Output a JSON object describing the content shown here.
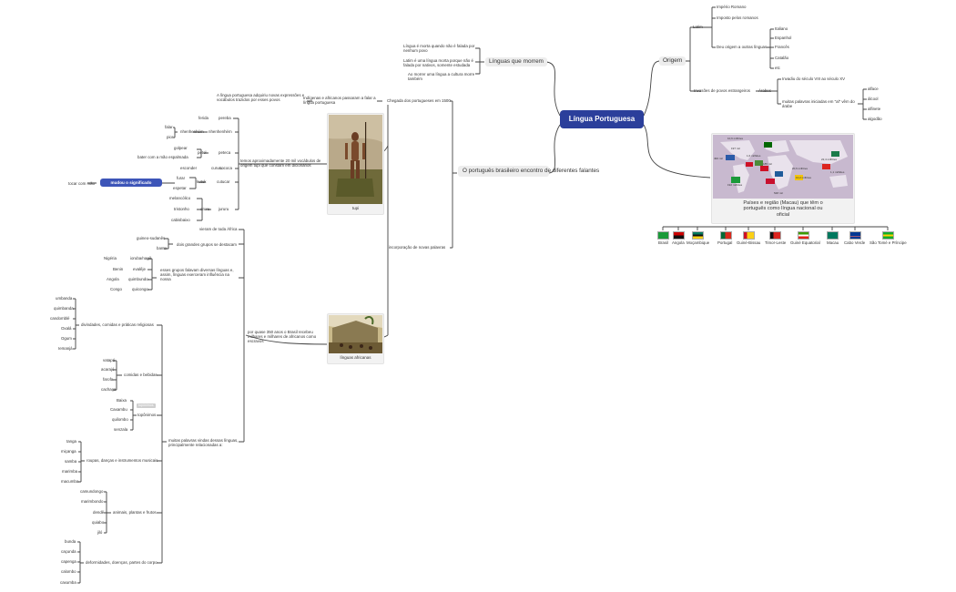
{
  "root": {
    "label": "Língua Portuguesa"
  },
  "right": {
    "origem": "Origem",
    "latim": "Latim",
    "latim_children": [
      "Império Romano",
      "Imposto pelos romanos",
      "Deu origem a outras línguas"
    ],
    "linguas": [
      "Italiano",
      "Espanhol",
      "Francês",
      "Catalão",
      "etc"
    ],
    "invasoes": "Invasões de povos estrangeiros",
    "arabes": "Árabes",
    "arabes_children": [
      "Invadiu do século VIII ao século XV",
      "muitas palavras iniciadas em \"al\" vêm do árabe"
    ],
    "al_words": [
      "alface",
      "álcool",
      "alfinete",
      "algodão"
    ],
    "map_caption": "Países e região (Macau) que têm o português como língua nacional ou oficial",
    "countries": [
      "Brasil",
      "Angola",
      "Moçambique",
      "Portugal",
      "Guiné-Bissau",
      "Timor-Leste",
      "Guiné Equatorial",
      "Macau",
      "Cabo Verde",
      "São Tomé e Príncipe"
    ],
    "map_labels": [
      "10,6 milhões",
      "197 mil",
      "1,6 milhões",
      "493 mil",
      "10,2 milhões",
      "20,6 milhões",
      "192 milhões",
      "22,4 milhões",
      "1,1 milhões",
      "548 mil",
      "185 mil"
    ]
  },
  "left": {
    "linguas_morrem": "Línguas que morrem",
    "morrem_items": [
      "Língua é morta quando não é falada por nenhum povo",
      "Latim é uma língua morta porque não é falada por nativos, somente estudada",
      "Ao morrer uma língua a cultura morre também"
    ],
    "brasileiro": "O português brasileiro encontro de diferentes falantes",
    "chegada": "Chegada dos portugueses em 1500",
    "indigenas": "Indígenas e africanos passaram a falar a língua portuguesa",
    "adquiriu": "A língua portuguesa adquiriu novas expressões e vocábulos trazidos por esses povos",
    "incorporacao": "incorporação de novas palavras",
    "tupi_caption": "tupi",
    "africanas_caption": "línguas africanas",
    "tupi_desc": "temos aproximadamente 20 mil vocábulos de origem tupi que constam em dicionários",
    "tupi_words": {
      "ferida": "ferida",
      "pereba": "pereba",
      "falar": "falar",
      "pior": "pior",
      "nhenhenhém": "nhenhenhém",
      "nhenhenhém_right": "nhenhenhém",
      "golpear": "golpear",
      "bater": "bater com a mão espalmada",
      "peteca": "peteca",
      "petel": "petel",
      "esconde": "esconder",
      "cururu": "cururu",
      "cococa": "cococa",
      "furar": "furar",
      "espetar": "espetar",
      "cutucar": "cutucar",
      "kutuk": "kutuk",
      "melancolico": "melancólico",
      "tristonho": "tristonho",
      "cabisbaixo": "cabisbaixo",
      "jururu": "jururu",
      "aruru": "aruru"
    },
    "badge": "mudou o significado",
    "tocar": "tocar com mão",
    "africa_intro": "por quase 350 anos o Brasil recebeu milhares e milhares de africanos como escravos",
    "vieram": "vieram de toda África",
    "grupos": "dois grandes grupos se destacam",
    "guineo": "guineo-sudanês",
    "banto": "banto",
    "linguas_afr": "esses grupos falavam diversas línguas e, assim, línguas exerceram influência na nossa",
    "paises_afr": [
      "Nigéria",
      "Benin",
      "Angola",
      "Congo"
    ],
    "linguas_afr_items": [
      "ioruba/nagô",
      "evalêje",
      "quimbundo",
      "quicongo"
    ],
    "divindades": "divindades, comidas e práticas religiosas",
    "divindades_items": [
      "umbanda",
      "quimbanda",
      "candomblé",
      "Oxalá",
      "Ogum",
      "Iemanjá"
    ],
    "palavras_vindas": "muitas palavras vindas dessas línguas, principalmente relacionadas a:",
    "comidas": "comidas e bebidas",
    "comidas_items": [
      "vatapá",
      "acarajé",
      "farofa",
      "cachaça"
    ],
    "toponimos": "topônimos",
    "toponimos_items": [
      "Baixa",
      "Caxambu",
      "quilombo",
      "senzala"
    ],
    "roupas": "roupas, danças e instrumentos musicais",
    "roupas_items": [
      "tanga",
      "miçanga",
      "samba",
      "marimba",
      "macumba"
    ],
    "animais": "animais, plantas e frutos",
    "animais_items": [
      "camundongo",
      "marimbondo",
      "dendê",
      "quiabo",
      "jiló"
    ],
    "deformidades": "deformidades, doenças, partes do corpo",
    "deformidades_items": [
      "bunda",
      "caçunda",
      "capenga",
      "calombo",
      "caxumba"
    ]
  },
  "colors": {
    "root": "#2b3f9b",
    "badge": "#3d55b8",
    "line": "#444444",
    "pill": "#ededed"
  }
}
